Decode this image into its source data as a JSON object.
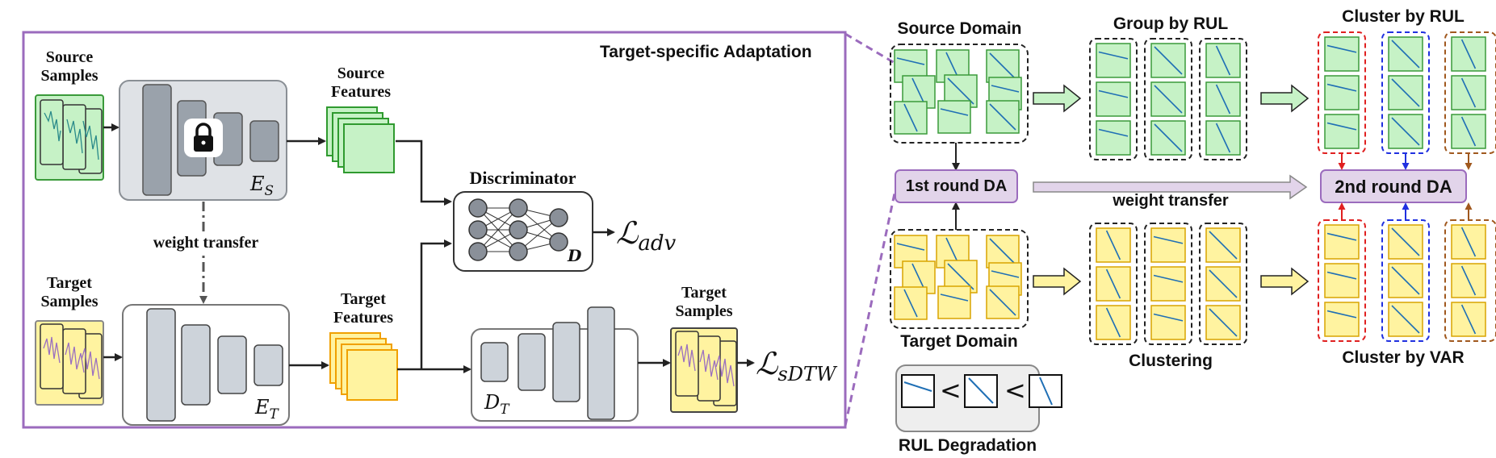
{
  "left_panel": {
    "title": "Target-specific Adaptation",
    "source_samples": "Source Samples",
    "target_samples_in": "Target Samples",
    "source_features": "Source Features",
    "target_features": "Target Features",
    "discriminator": "Discriminator",
    "disc_symbol": "D",
    "weight_transfer": "weight transfer",
    "target_samples_out": "Target Samples",
    "encoder_s": "E",
    "encoder_s_sub": "S",
    "encoder_t": "E",
    "encoder_t_sub": "T",
    "decoder_t": "D",
    "decoder_t_sub": "T",
    "loss_adv": "ℒ",
    "loss_adv_sub": "adv",
    "loss_sdtw": "ℒ",
    "loss_sdtw_sub": "sDTW"
  },
  "right_panel": {
    "source_domain": "Source Domain",
    "target_domain": "Target Domain",
    "group_by_rul": "Group by RUL",
    "clustering": "Clustering",
    "cluster_by_rul": "Cluster by RUL",
    "cluster_by_var": "Cluster by VAR",
    "first_round": "1st round DA",
    "second_round": "2nd round DA",
    "weight_transfer": "weight transfer",
    "rul_degradation": "RUL Degradation",
    "lt1": "<",
    "lt2": "<"
  },
  "colors": {
    "panel_border": "#9b6bbd",
    "source_fill": "#c6f2c6",
    "source_stroke": "#3a9a3a",
    "target_fill": "#fff3a0",
    "target_stroke": "#d9a400",
    "gray_block": "#9aa2ab",
    "light_block": "#cdd3da",
    "da_fill": "#e2d4ea",
    "da_stroke": "#9b6bbd",
    "line_blue": "#1f6fb5",
    "red_cluster": "#e02020",
    "blue_cluster": "#2030e0",
    "brown_cluster": "#a0581e"
  }
}
